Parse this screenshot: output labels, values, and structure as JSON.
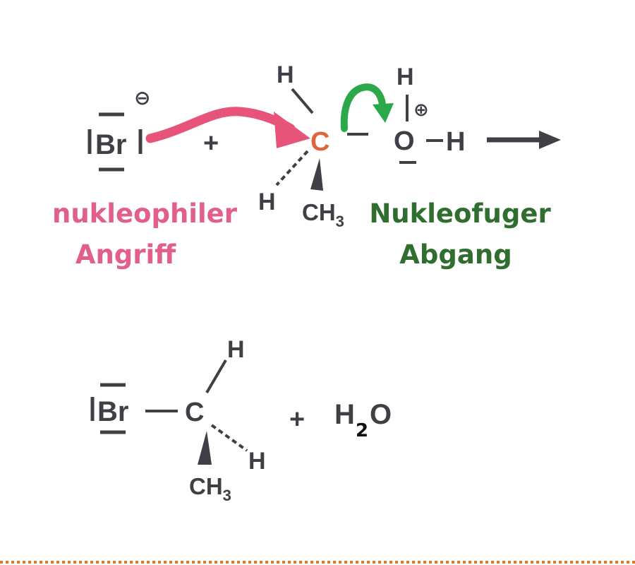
{
  "colors": {
    "ink": "#3f3f45",
    "carbon_top": "#e2643a",
    "nucleophile_arrow": "#e8537a",
    "nucleophile_label": "#e25f8a",
    "leaving_arrow": "#2aa84a",
    "leaving_label": "#2f6e2f",
    "divider": "#e07a2a"
  },
  "reaction_top": {
    "bromide": {
      "symbol": "Br",
      "charge": "⊖"
    },
    "plus": "+",
    "carbon": "C",
    "h_top": "H",
    "h_left": "H",
    "methyl": {
      "main": "CH",
      "sub": "3"
    },
    "oxygen": "O",
    "oxygen_charge": "⊕",
    "oh_h_top": "H",
    "oh_h_right": "H"
  },
  "labels": {
    "nucleophilic_line1": "nukleophiler",
    "nucleophilic_line2": "Angriff",
    "nucleofuge_line1": "Nukleofuger",
    "nucleofuge_line2": "Abgang"
  },
  "reaction_bottom": {
    "bromine": "Br",
    "carbon": "C",
    "h_top": "H",
    "h_right": "H",
    "methyl": {
      "main": "CH",
      "sub": "3"
    },
    "plus": "+",
    "water": {
      "h": "H",
      "sub": "2",
      "o": "O"
    }
  }
}
